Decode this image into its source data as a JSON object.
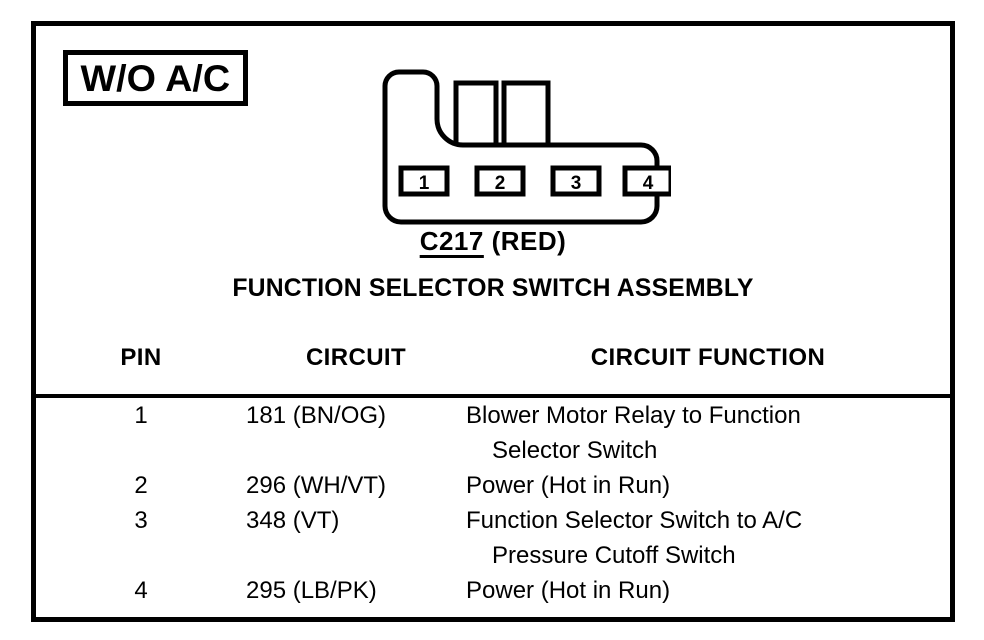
{
  "variant_label": "W/O A/C",
  "connector": {
    "id": "C217",
    "color": "(RED)",
    "assembly_name": "FUNCTION SELECTOR SWITCH ASSEMBLY",
    "pin_markers": [
      "1",
      "2",
      "3",
      "4"
    ],
    "stroke_color": "#000000",
    "fill_color": "#ffffff"
  },
  "table": {
    "headers": [
      "PIN",
      "CIRCUIT",
      "CIRCUIT FUNCTION"
    ],
    "rows": [
      {
        "pin": "1",
        "circuit": "181 (BN/OG)",
        "function_lines": [
          "Blower Motor Relay to Function",
          "Selector Switch"
        ]
      },
      {
        "pin": "2",
        "circuit": "296 (WH/VT)",
        "function_lines": [
          "Power (Hot in Run)"
        ]
      },
      {
        "pin": "3",
        "circuit": "348 (VT)",
        "function_lines": [
          "Function Selector Switch to A/C",
          "Pressure Cutoff Switch"
        ]
      },
      {
        "pin": "4",
        "circuit": "295 (LB/PK)",
        "function_lines": [
          "Power (Hot in Run)"
        ]
      }
    ]
  }
}
